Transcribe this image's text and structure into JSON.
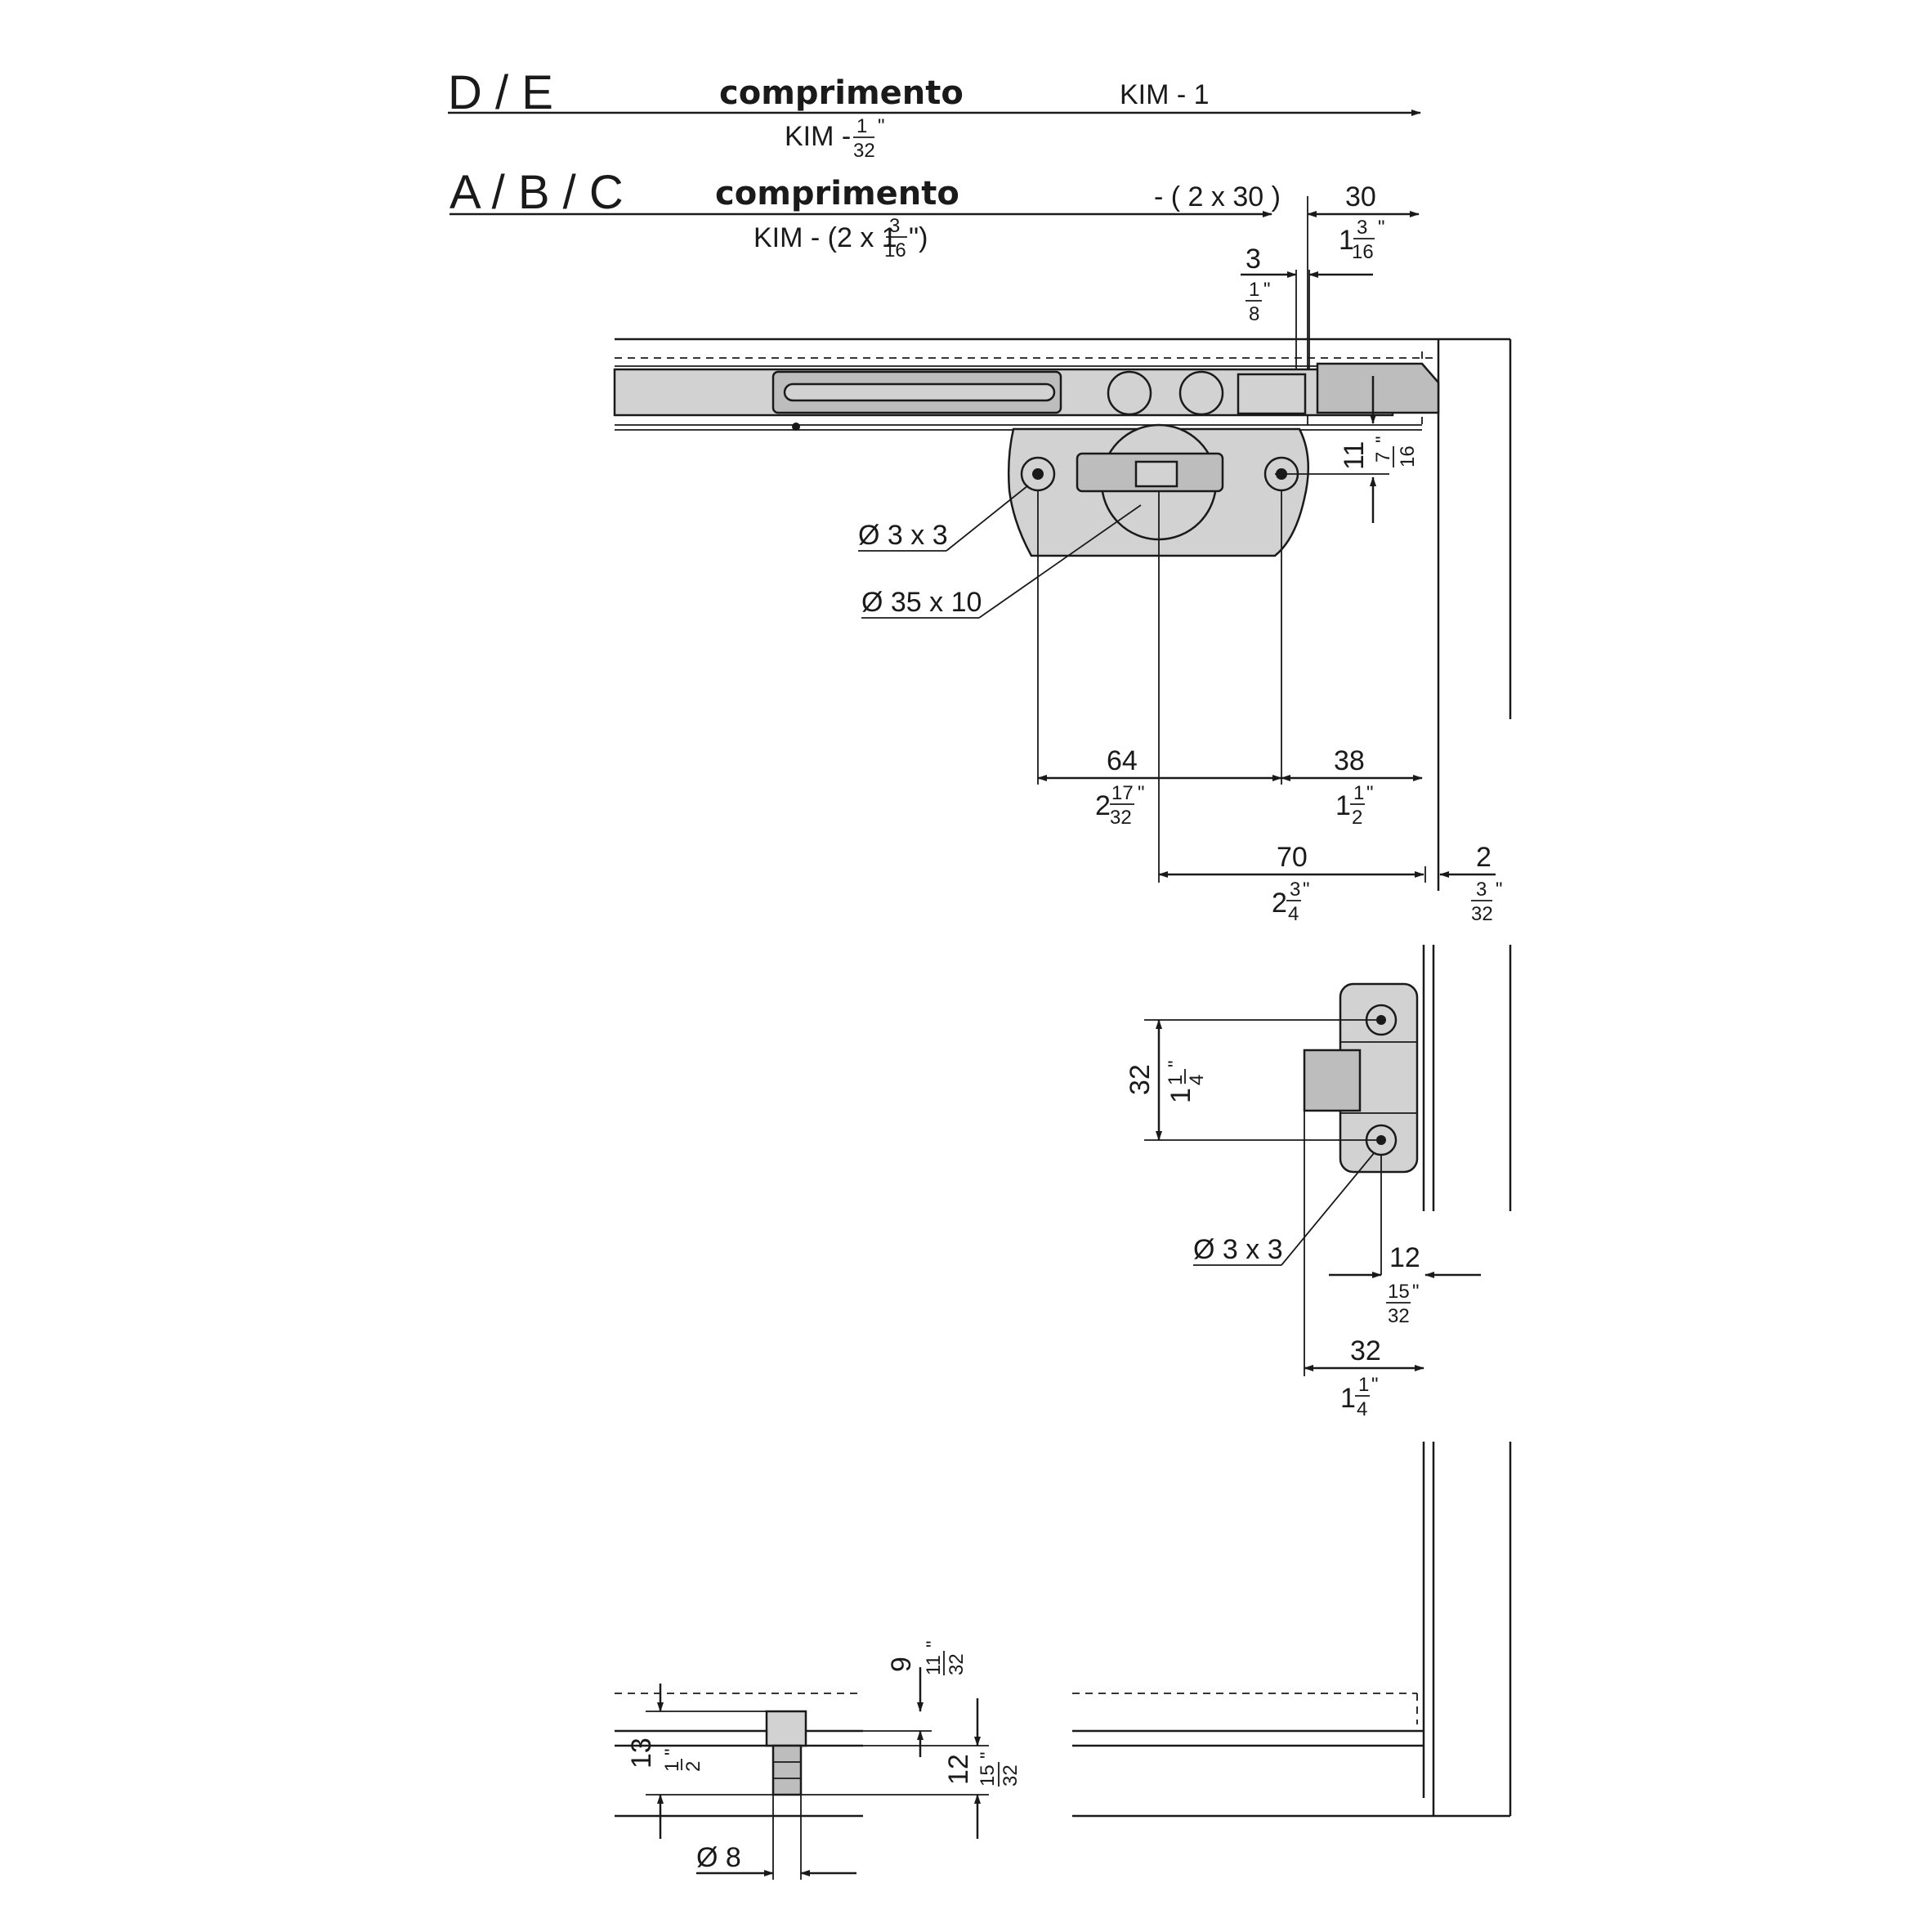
{
  "section_de": {
    "head": "D / E",
    "word": "comprimento",
    "formula": "KIM - 1",
    "inch_prefix": "KIM -",
    "inch_num": "1",
    "inch_den": "32",
    "inch_mark": "\""
  },
  "section_abc": {
    "head": "A / B / C",
    "word": "comprimento",
    "formula": "- ( 2 x 30 )",
    "inch_prefix": "KIM - (2 x 1",
    "inch_num": "3",
    "inch_den": "16",
    "inch_suffix": "\")"
  },
  "dims": {
    "d30_mm": "30",
    "d30_whole": "1",
    "d30_num": "3",
    "d30_den": "16",
    "d3_mm": "3",
    "d3_num": "1",
    "d3_den": "8",
    "d11_mm": "11",
    "d11_num": "7",
    "d11_den": "16",
    "d64_mm": "64",
    "d64_whole": "2",
    "d64_num": "17",
    "d64_den": "32",
    "d38_mm": "38",
    "d38_whole": "1",
    "d38_num": "1",
    "d38_den": "2",
    "d70_mm": "70",
    "d70_whole": "2",
    "d70_num": "3",
    "d70_den": "4",
    "d2_mm": "2",
    "d2_num": "3",
    "d2_den": "32",
    "d32v_mm": "32",
    "d32v_whole": "1",
    "d32v_num": "1",
    "d32v_den": "4",
    "d12_mm": "12",
    "d12_num": "15",
    "d12_den": "32",
    "d32h_mm": "32",
    "d32h_whole": "1",
    "d32h_num": "1",
    "d32h_den": "4",
    "d9_mm": "9",
    "d9_num": "11",
    "d9_den": "32",
    "d13_mm": "13",
    "d13_num": "1",
    "d13_den": "2",
    "d12b_mm": "12",
    "d12b_num": "15",
    "d12b_den": "32",
    "inch_mark": "\""
  },
  "callouts": {
    "screw_top": "Ø 3 x 3",
    "bore": "Ø 35 x 10",
    "screw_mid": "Ø 3 x 3",
    "dowel": "Ø 8"
  }
}
